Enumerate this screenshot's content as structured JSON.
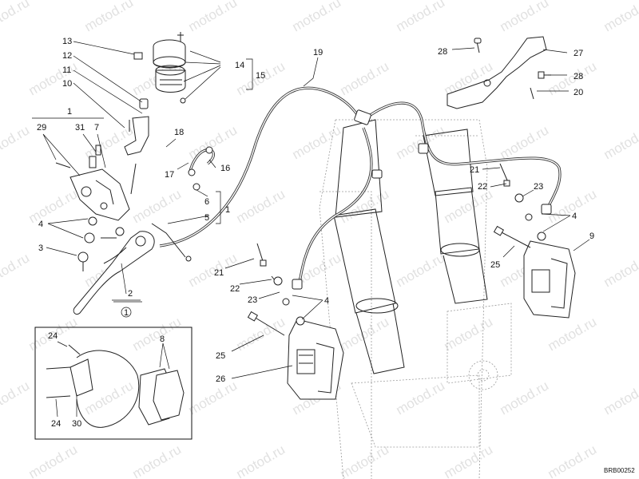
{
  "watermark": "motod.ru",
  "drawing_code": "BRB00252",
  "callouts": [
    {
      "id": "c13",
      "text": "13"
    },
    {
      "id": "c12",
      "text": "12"
    },
    {
      "id": "c11",
      "text": "11"
    },
    {
      "id": "c10",
      "text": "10"
    },
    {
      "id": "c1",
      "text": "1"
    },
    {
      "id": "c29",
      "text": "29"
    },
    {
      "id": "c31",
      "text": "31"
    },
    {
      "id": "c7",
      "text": "7"
    },
    {
      "id": "c18",
      "text": "18"
    },
    {
      "id": "c17",
      "text": "17"
    },
    {
      "id": "c16",
      "text": "16"
    },
    {
      "id": "c6",
      "text": "6"
    },
    {
      "id": "c5",
      "text": "5"
    },
    {
      "id": "c1b",
      "text": "1"
    },
    {
      "id": "c4a",
      "text": "4"
    },
    {
      "id": "c3",
      "text": "3"
    },
    {
      "id": "c2",
      "text": "2"
    },
    {
      "id": "c1c",
      "text": "1"
    },
    {
      "id": "c14",
      "text": "14"
    },
    {
      "id": "c15",
      "text": "15"
    },
    {
      "id": "c19",
      "text": "19"
    },
    {
      "id": "c21a",
      "text": "21"
    },
    {
      "id": "c22a",
      "text": "22"
    },
    {
      "id": "c23a",
      "text": "23"
    },
    {
      "id": "c4b",
      "text": "4"
    },
    {
      "id": "c25a",
      "text": "25"
    },
    {
      "id": "c26",
      "text": "26"
    },
    {
      "id": "c28a",
      "text": "28"
    },
    {
      "id": "c27",
      "text": "27"
    },
    {
      "id": "c28b",
      "text": "28"
    },
    {
      "id": "c20",
      "text": "20"
    },
    {
      "id": "c21b",
      "text": "21"
    },
    {
      "id": "c22b",
      "text": "22"
    },
    {
      "id": "c23b",
      "text": "23"
    },
    {
      "id": "c4c",
      "text": "4"
    },
    {
      "id": "c9",
      "text": "9"
    },
    {
      "id": "c25b",
      "text": "25"
    },
    {
      "id": "c24a",
      "text": "24"
    },
    {
      "id": "c8",
      "text": "8"
    },
    {
      "id": "c24b",
      "text": "24"
    },
    {
      "id": "c30",
      "text": "30"
    }
  ]
}
